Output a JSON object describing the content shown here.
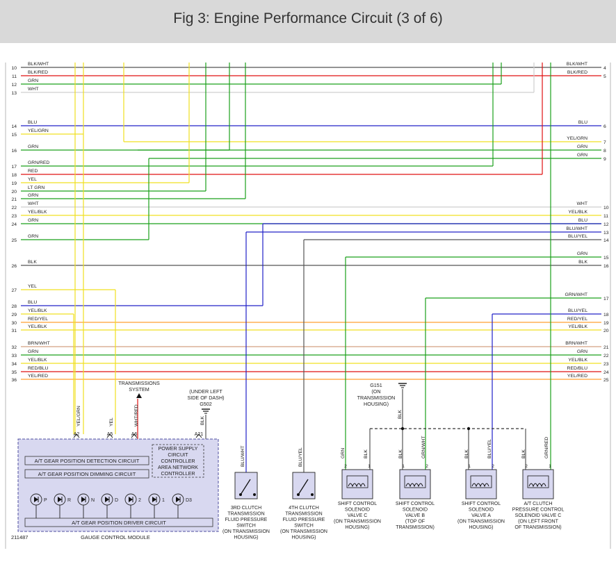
{
  "header": {
    "title": "Fig 3: Engine Performance Circuit (3 of 6)"
  },
  "colors": {
    "blk": "#555555",
    "red": "#e01010",
    "grn": "#1aa01a",
    "wht": "#cfcfcf",
    "blu": "#2020c8",
    "yel": "#f0e020",
    "orange": "#ff9f30",
    "brn": "#d4a080",
    "module_fill": "#d8d8f0",
    "module_border": "#5050a0"
  },
  "left_connector": {
    "pins": [
      {
        "pin": "10",
        "label": "BLK/WHT",
        "color": "blk"
      },
      {
        "pin": "11",
        "label": "BLK/RED",
        "color": "red"
      },
      {
        "pin": "12",
        "label": "GRN",
        "color": "grn"
      },
      {
        "pin": "13",
        "label": "WHT",
        "color": "wht"
      },
      {
        "pin": "14",
        "label": "BLU",
        "color": "blu"
      },
      {
        "pin": "15",
        "label": "YEL/GRN",
        "color": "yel"
      },
      {
        "pin": "16",
        "label": "GRN",
        "color": "grn"
      },
      {
        "pin": "17",
        "label": "GRN/RED",
        "color": "grn"
      },
      {
        "pin": "18",
        "label": "RED",
        "color": "red"
      },
      {
        "pin": "19",
        "label": "YEL",
        "color": "yel"
      },
      {
        "pin": "20",
        "label": "LT GRN",
        "color": "grn"
      },
      {
        "pin": "21",
        "label": "GRN",
        "color": "grn"
      },
      {
        "pin": "22",
        "label": "WHT",
        "color": "wht"
      },
      {
        "pin": "23",
        "label": "YEL/BLK",
        "color": "yel"
      },
      {
        "pin": "24",
        "label": "GRN",
        "color": "grn"
      },
      {
        "pin": "25",
        "label": "GRN",
        "color": "grn"
      },
      {
        "pin": "26",
        "label": "BLK",
        "color": "blk"
      },
      {
        "pin": "27",
        "label": "YEL",
        "color": "yel"
      },
      {
        "pin": "28",
        "label": "BLU",
        "color": "blu"
      },
      {
        "pin": "29",
        "label": "YEL/BLK",
        "color": "yel"
      },
      {
        "pin": "30",
        "label": "RED/YEL",
        "color": "orange"
      },
      {
        "pin": "31",
        "label": "YEL/BLK",
        "color": "yel"
      },
      {
        "pin": "32",
        "label": "BRN/WHT",
        "color": "brn"
      },
      {
        "pin": "33",
        "label": "GRN",
        "color": "grn"
      },
      {
        "pin": "34",
        "label": "YEL/BLK",
        "color": "yel"
      },
      {
        "pin": "35",
        "label": "RED/BLU",
        "color": "red"
      },
      {
        "pin": "36",
        "label": "YEL/RED",
        "color": "orange"
      }
    ]
  },
  "right_connector": {
    "pins": [
      {
        "pin": "4",
        "label": "BLK/WHT",
        "color": "blk"
      },
      {
        "pin": "5",
        "label": "BLK/RED",
        "color": "red"
      },
      {
        "pin": "6",
        "label": "BLU",
        "color": "blu"
      },
      {
        "pin": "7",
        "label": "YEL/GRN",
        "color": "yel"
      },
      {
        "pin": "8",
        "label": "GRN",
        "color": "grn"
      },
      {
        "pin": "9",
        "label": "GRN",
        "color": "grn"
      },
      {
        "pin": "10",
        "label": "WHT",
        "color": "wht"
      },
      {
        "pin": "11",
        "label": "YEL/BLK",
        "color": "yel"
      },
      {
        "pin": "12",
        "label": "BLU",
        "color": "blu"
      },
      {
        "pin": "13",
        "label": "BLU/WHT",
        "color": "blu"
      },
      {
        "pin": "14",
        "label": "BLU/YEL",
        "color": "blk"
      },
      {
        "pin": "15",
        "label": "GRN",
        "color": "grn"
      },
      {
        "pin": "16",
        "label": "BLK",
        "color": "blk"
      },
      {
        "pin": "17",
        "label": "GRN/WHT",
        "color": "grn"
      },
      {
        "pin": "18",
        "label": "BLU/YEL",
        "color": "blu"
      },
      {
        "pin": "19",
        "label": "RED/YEL",
        "color": "orange"
      },
      {
        "pin": "20",
        "label": "YEL/BLK",
        "color": "yel"
      },
      {
        "pin": "21",
        "label": "BRN/WHT",
        "color": "brn"
      },
      {
        "pin": "22",
        "label": "GRN",
        "color": "grn"
      },
      {
        "pin": "23",
        "label": "YEL/BLK",
        "color": "yel"
      },
      {
        "pin": "24",
        "label": "RED/BLU",
        "color": "red"
      },
      {
        "pin": "25",
        "label": "YEL/RED",
        "color": "orange"
      }
    ]
  },
  "module": {
    "name": "GAUGE CONTROL MODULE",
    "id": "211487",
    "circuits": {
      "detection": "A/T GEAR POSITION DETECTION CIRCUIT",
      "dimming": "A/T GEAR POSITION DIMMING CIRCUIT",
      "driver": "A/T GEAR POSITION DRIVER CIRCUIT"
    },
    "power_supply": [
      "POWER SUPPLY",
      "CIRCUIT",
      "CONTROLLER",
      "AREA NETWORK",
      "CONTROLLER"
    ],
    "leds": [
      "P",
      "R",
      "N",
      "D",
      "2",
      "1",
      "D3"
    ],
    "pins": [
      {
        "pin": "A2",
        "wire": "YEL/GRN"
      },
      {
        "pin": "A5",
        "wire": "YEL"
      },
      {
        "pin": "A6",
        "wire": "WHT/RED"
      },
      {
        "pin": "A21",
        "wire": "BLK"
      }
    ]
  },
  "transmission_system": [
    "TRANSMISSIONS",
    "SYSTEM"
  ],
  "ground_g502": [
    "(UNDER LEFT",
    "SIDE OF DASH)",
    "G502"
  ],
  "ground_g151": [
    "G151",
    "(ON",
    "TRANSMISSION",
    "HOUSING)"
  ],
  "g151_wire": "BLK",
  "components": [
    {
      "wire": "BLU/WHT",
      "label": [
        "3RD CLUTCH",
        "TRANSMISSION",
        "FLUID PRESSURE",
        "SWITCH",
        "(ON TRANSMISSION",
        "HOUSING)"
      ]
    },
    {
      "wire": "BLU/YEL",
      "label": [
        "4TH CLUTCH",
        "TRANSMISSION",
        "FLUID PRESSURE",
        "SWITCH",
        "(ON TRANSMISSION",
        "HOUSING)"
      ]
    },
    {
      "wires": [
        "GRN",
        "BLK"
      ],
      "pins": [
        "2",
        "1"
      ],
      "label": [
        "SHIFT CONTROL",
        "SOLENOID",
        "VALVE C",
        "(ON TRANSMISSION",
        "HOUSING)"
      ]
    },
    {
      "wires": [
        "BLK",
        "GRN/WHT"
      ],
      "pins": [
        "1",
        "2"
      ],
      "label": [
        "SHIFT CONTROL",
        "SOLENOID",
        "VALVE B",
        "(TOP OF",
        "TRANSMISSION)"
      ]
    },
    {
      "wires": [
        "BLK",
        "BLU/YEL"
      ],
      "pins": [
        "1",
        "2"
      ],
      "label": [
        "SHIFT CONTROL",
        "SOLENOID",
        "VALVE A",
        "(ON TRANSMISSION",
        "HOUSING)"
      ]
    },
    {
      "wires": [
        "BLK",
        "GRN/RED"
      ],
      "pins": [
        "2",
        "1"
      ],
      "label": [
        "A/T CLUTCH",
        "PRESSURE CONTROL",
        "SOLENOID VALVE C",
        "(ON LEFT FRONT",
        "OF TRANSMISSION)"
      ]
    }
  ]
}
